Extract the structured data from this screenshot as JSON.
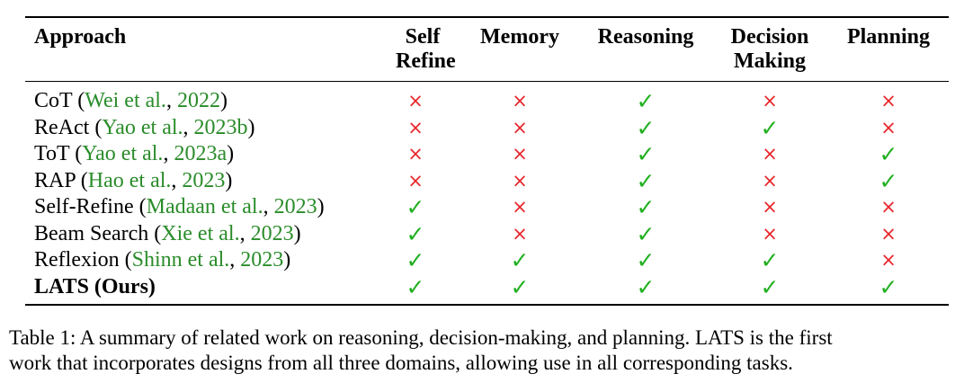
{
  "table": {
    "headers": {
      "approach": "Approach",
      "self_refine": [
        "Self",
        "Refine"
      ],
      "memory": "Memory",
      "reasoning": "Reasoning",
      "decision_making": [
        "Decision",
        "Making"
      ],
      "planning": "Planning"
    },
    "rows": [
      {
        "name": "CoT (",
        "authors": "Wei et al.",
        "sep": ", ",
        "year": "2022",
        "close": ")",
        "bold": false,
        "cells": [
          false,
          false,
          true,
          false,
          false
        ]
      },
      {
        "name": "ReAct (",
        "authors": "Yao et al.",
        "sep": ", ",
        "year": "2023b",
        "close": ")",
        "bold": false,
        "cells": [
          false,
          false,
          true,
          true,
          false
        ]
      },
      {
        "name": "ToT (",
        "authors": "Yao et al.",
        "sep": ", ",
        "year": "2023a",
        "close": ")",
        "bold": false,
        "cells": [
          false,
          false,
          true,
          false,
          true
        ]
      },
      {
        "name": "RAP (",
        "authors": "Hao et al.",
        "sep": ", ",
        "year": "2023",
        "close": ")",
        "bold": false,
        "cells": [
          false,
          false,
          true,
          false,
          true
        ]
      },
      {
        "name": "Self-Refine (",
        "authors": "Madaan et al.",
        "sep": ", ",
        "year": "2023",
        "close": ")",
        "bold": false,
        "cells": [
          true,
          false,
          true,
          false,
          false
        ]
      },
      {
        "name": "Beam Search (",
        "authors": "Xie et al.",
        "sep": ", ",
        "year": "2023",
        "close": ")",
        "bold": false,
        "cells": [
          true,
          false,
          true,
          false,
          false
        ]
      },
      {
        "name": "Reflexion (",
        "authors": "Shinn et al.",
        "sep": ", ",
        "year": "2023",
        "close": ")",
        "bold": false,
        "cells": [
          true,
          true,
          true,
          true,
          false
        ]
      },
      {
        "name": "LATS (Ours)",
        "authors": "",
        "sep": "",
        "year": "",
        "close": "",
        "bold": true,
        "cells": [
          true,
          true,
          true,
          true,
          true
        ]
      }
    ],
    "symbols": {
      "yes": "✓",
      "no": "×"
    },
    "colors": {
      "yes": "#22b022",
      "no": "#e8262b",
      "citation": "#2a8c2a"
    }
  },
  "caption": {
    "line1": "Table 1: A summary of related work on reasoning, decision-making, and planning. LATS is the first",
    "line2": "work that incorporates designs from all three domains, allowing use in all corresponding tasks."
  }
}
